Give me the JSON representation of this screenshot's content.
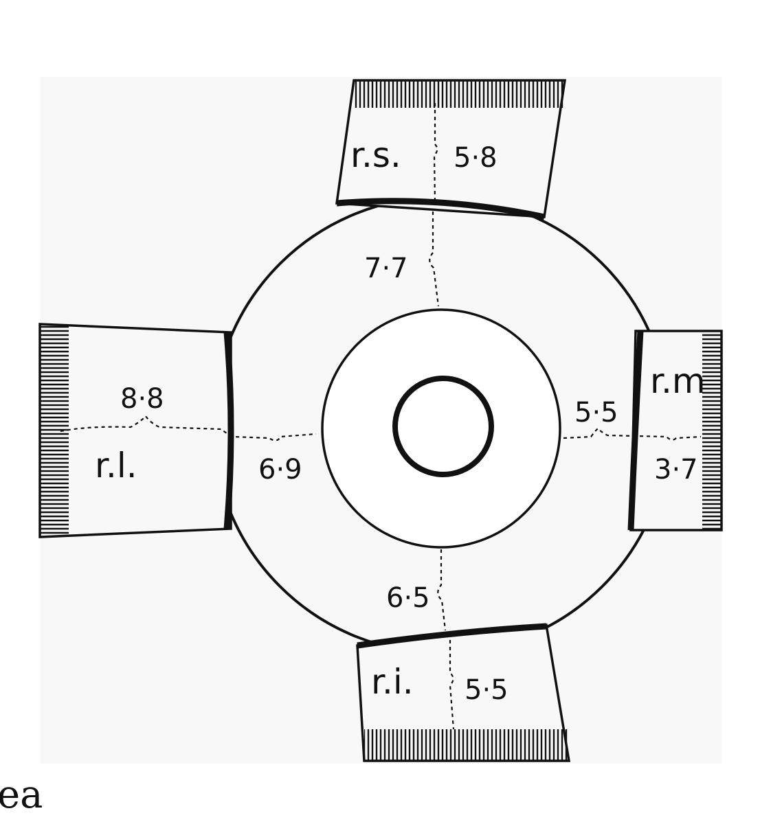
{
  "diagram": {
    "muscles": {
      "superior": {
        "label": "r.s.",
        "insertion_distance": "5·8",
        "limbus_distance": "7·7"
      },
      "lateral": {
        "label": "r.l.",
        "insertion_distance": "8·8",
        "limbus_distance": "6·9"
      },
      "medial": {
        "label": "r.m",
        "insertion_distance": "3·7",
        "limbus_distance": "5·5"
      },
      "inferior": {
        "label": "r.i.",
        "insertion_distance": "5·5",
        "limbus_distance": "6·5"
      }
    }
  },
  "caption": {
    "text": "ea"
  },
  "colors": {
    "ink": "#111111",
    "panel": "#f8f8f8",
    "background": "#ffffff"
  }
}
